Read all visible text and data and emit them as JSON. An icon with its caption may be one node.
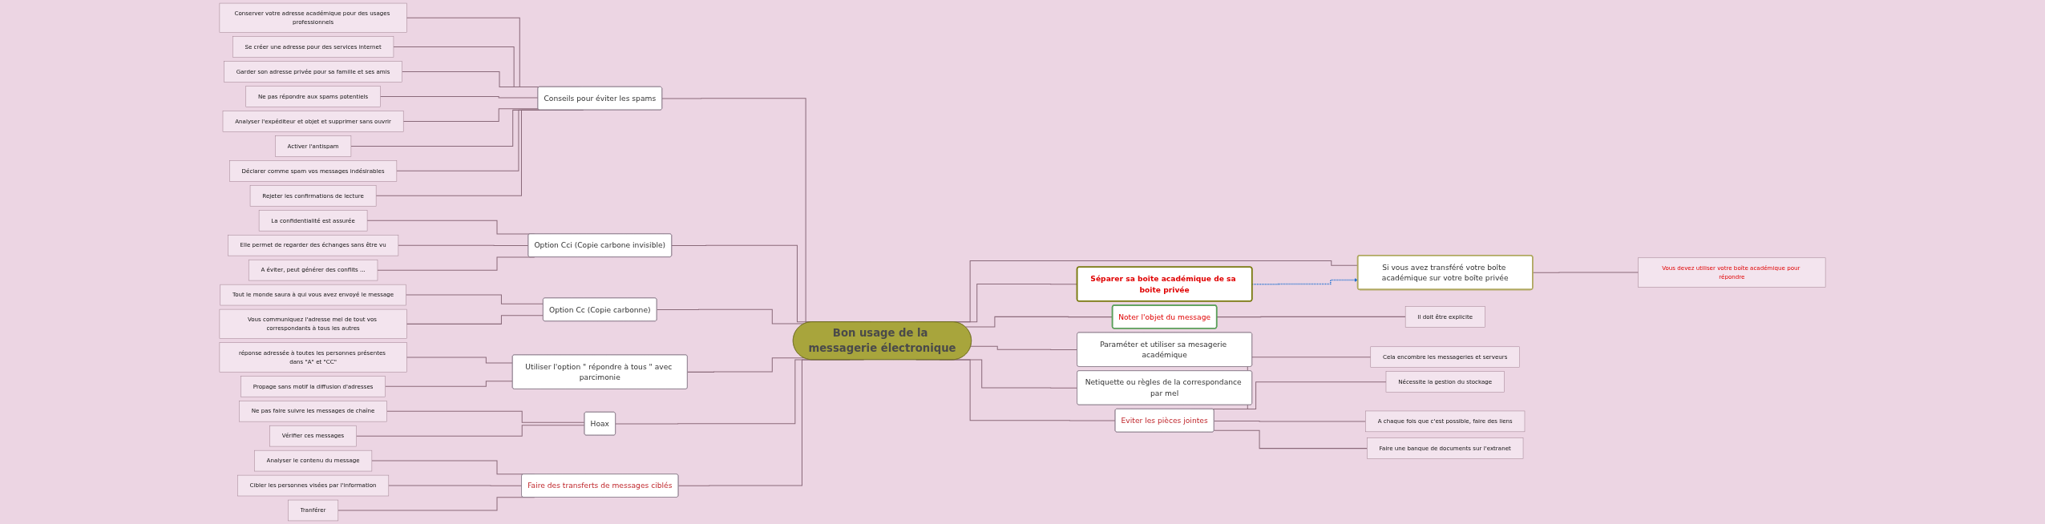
{
  "diagram": {
    "nodes": [
      {
        "text": [
          "Bon usage de la messagerie électronique"
        ]
      },
      {
        "text": [
          "Conseils pour éviter les spams"
        ]
      },
      {
        "text": [
          "Conserver votre adresse académique pour des usages professionnels"
        ]
      },
      {
        "text": [
          "Se créer une adresse pour des services internet"
        ]
      },
      {
        "text": [
          "Garder son adresse privée pour sa famille et ses amis"
        ]
      },
      {
        "text": [
          "Ne pas répondre aux spams potentiels"
        ]
      },
      {
        "text": [
          "Analyser l'expéditeur et objet et supprimer sans ouvrir"
        ]
      },
      {
        "text": [
          "Activer l'antispam"
        ]
      },
      {
        "text": [
          "Déclarer comme spam vos messages indésirables"
        ]
      },
      {
        "text": [
          "Rejeter les confirmations de lecture"
        ]
      },
      {
        "text": [
          "Option Cci (Copie carbone invisible)"
        ]
      },
      {
        "text": [
          "La confidentialité est assurée"
        ]
      },
      {
        "text": [
          "Elle permet de regarder des échanges sans être vu"
        ]
      },
      {
        "text": [
          "A éviter, peut générer des conflits ..."
        ]
      },
      {
        "text": [
          "Option Cc (Copie carbonne)"
        ]
      },
      {
        "text": [
          "Tout le monde saura à qui vous avez envoyé le message"
        ]
      },
      {
        "text": [
          "Vous communiquez l'adresse mel de tout vos correspondants à tous les autres"
        ]
      },
      {
        "text": [
          "Utiliser l'option \" répondre à tous \" avec parcimonie"
        ]
      },
      {
        "text": [
          "réponse adressée à toutes les personnes présentes dans \"A\" et \"CC\""
        ]
      },
      {
        "text": [
          "Propage sans motif la diffusion d'adresses"
        ]
      },
      {
        "text": [
          "Hoax"
        ]
      },
      {
        "text": [
          "Ne pas faire suivre les messages de chaîne"
        ]
      },
      {
        "text": [
          "Vérifier ces messages"
        ]
      },
      {
        "text": [
          "Faire des transferts de messages ciblés"
        ]
      },
      {
        "text": [
          "Analyser le contenu du message"
        ]
      },
      {
        "text": [
          "Cibler les personnes visées par l'information"
        ]
      },
      {
        "text": [
          "Tranférer"
        ]
      },
      {
        "text": [
          "Séparer sa boîte académique de sa boite privée"
        ]
      },
      {
        "text": [
          "Si vous avez transféré votre boîte académique sur votre boîte privée"
        ]
      },
      {
        "text": [
          "Vous devez utiliser votre boîte académique pour répondre"
        ]
      },
      {
        "text": [
          "Noter l'objet du message"
        ]
      },
      {
        "text": [
          "Il doit être explicite"
        ]
      },
      {
        "text": [
          "Eviter les pièces jointes"
        ]
      },
      {
        "text": [
          "Cela encombre les messageries et serveurs"
        ]
      },
      {
        "text": [
          "Nécessite la  gestion du stockage"
        ]
      },
      {
        "text": [
          "A chaque fois que c'est possible, faire des liens"
        ]
      },
      {
        "text": [
          "Faire une banque de documents sur l'extranet"
        ]
      },
      {
        "text": [
          "Paraméter et utiliser sa mesagerie académique"
        ]
      },
      {
        "text": [
          "Netiquette ou règles de la correspondance par mel"
        ]
      }
    ],
    "edges": [
      {
        "from": 2,
        "to": 1,
        "arrow": "none"
      },
      {
        "from": 3,
        "to": 1,
        "arrow": "none"
      },
      {
        "from": 4,
        "to": 1,
        "arrow": "none"
      },
      {
        "from": 5,
        "to": 1,
        "arrow": "none"
      },
      {
        "from": 6,
        "to": 1,
        "arrow": "none"
      },
      {
        "from": 7,
        "to": 1,
        "arrow": "none"
      },
      {
        "from": 8,
        "to": 1,
        "arrow": "none"
      },
      {
        "from": 9,
        "to": 1,
        "arrow": "none"
      },
      {
        "from": 1,
        "to": 0,
        "arrow": "none"
      },
      {
        "from": 11,
        "to": 10,
        "arrow": "none"
      },
      {
        "from": 12,
        "to": 10,
        "arrow": "none"
      },
      {
        "from": 13,
        "to": 10,
        "arrow": "none"
      },
      {
        "from": 10,
        "to": 0,
        "arrow": "none"
      },
      {
        "from": 15,
        "to": 14,
        "arrow": "none"
      },
      {
        "from": 16,
        "to": 14,
        "arrow": "none"
      },
      {
        "from": 14,
        "to": 0,
        "arrow": "none"
      },
      {
        "from": 18,
        "to": 17,
        "arrow": "none"
      },
      {
        "from": 19,
        "to": 17,
        "arrow": "none"
      },
      {
        "from": 17,
        "to": 0,
        "arrow": "none"
      },
      {
        "from": 21,
        "to": 20,
        "arrow": "none"
      },
      {
        "from": 22,
        "to": 20,
        "arrow": "none"
      },
      {
        "from": 20,
        "to": 0,
        "arrow": "none"
      },
      {
        "from": 24,
        "to": 23,
        "arrow": "none"
      },
      {
        "from": 25,
        "to": 23,
        "arrow": "none"
      },
      {
        "from": 26,
        "to": 23,
        "arrow": "none"
      },
      {
        "from": 23,
        "to": 0,
        "arrow": "none"
      },
      {
        "from": 0,
        "to": 37,
        "arrow": "none"
      },
      {
        "from": 0,
        "to": 38,
        "arrow": "none"
      },
      {
        "from": 0,
        "to": 27,
        "arrow": "none"
      },
      {
        "from": 0,
        "to": 28,
        "arrow": "none"
      },
      {
        "from": 28,
        "to": 29,
        "arrow": "none"
      },
      {
        "from": 27,
        "to": 28,
        "arrow": "to",
        "style": "dashed",
        "color": "#1f6fd0"
      },
      {
        "from": 0,
        "to": 30,
        "arrow": "none"
      },
      {
        "from": 30,
        "to": 31,
        "arrow": "none"
      },
      {
        "from": 0,
        "to": 32,
        "arrow": "none"
      },
      {
        "from": 32,
        "to": 33,
        "arrow": "none"
      },
      {
        "from": 32,
        "to": 34,
        "arrow": "none"
      },
      {
        "from": 32,
        "to": 35,
        "arrow": "none"
      },
      {
        "from": 32,
        "to": 36,
        "arrow": "none"
      }
    ]
  }
}
